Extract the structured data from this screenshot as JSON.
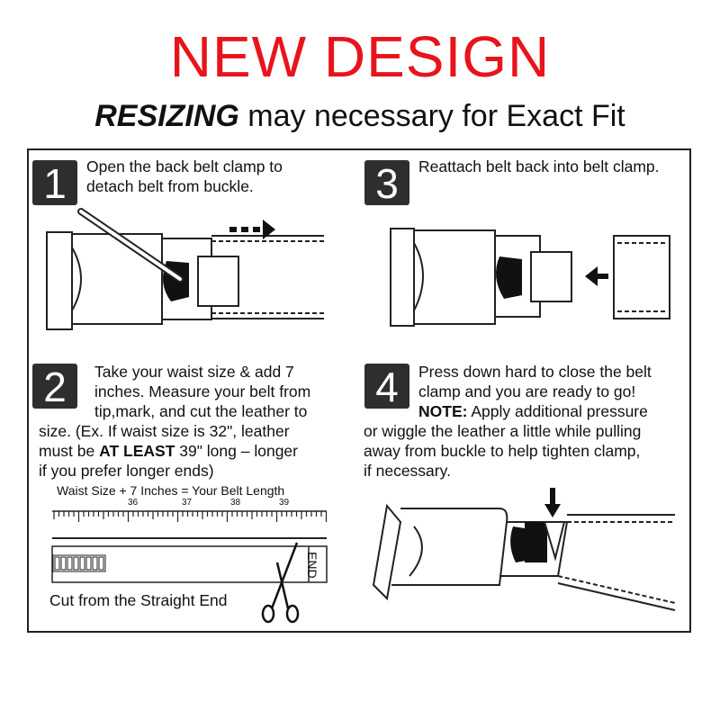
{
  "header": {
    "title": "NEW DESIGN",
    "subtitle_emph": "RESIZING",
    "subtitle_rest": " may necessary for Exact Fit"
  },
  "steps": [
    {
      "number": "1",
      "lines": [
        "Open the back belt clamp to",
        "detach belt from buckle."
      ]
    },
    {
      "number": "2",
      "lines": [
        "Take your waist size & add 7",
        "inches.  Measure your belt from",
        "tip,mark, and cut the leather to",
        "size. (Ex. If waist size is 32\", leather"
      ],
      "line5_pre": "must be ",
      "line5_bold": "AT LEAST",
      "line5_post": " 39\" long – longer",
      "line6": "if you prefer longer ends)"
    },
    {
      "number": "3",
      "lines": [
        "Reattach belt back into belt clamp."
      ]
    },
    {
      "number": "4",
      "lines": [
        "Press down hard to close the belt",
        "clamp and you are ready to go!"
      ],
      "note_bold": "NOTE:",
      "note_rest": " Apply additional pressure",
      "lines2": [
        "or wiggle the leather a little while pulling",
        "away from buckle to help tighten clamp,",
        "if necessary."
      ]
    }
  ],
  "ruler": {
    "caption": "Waist Size + 7 Inches = Your Belt Length",
    "labels": [
      "36",
      "37",
      "38",
      "39"
    ],
    "end_label": "END",
    "cut_caption": "Cut from the Straight End"
  }
}
